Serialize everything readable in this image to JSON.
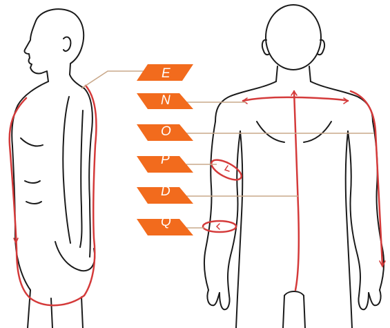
{
  "colors": {
    "tag_fill": "#f26b1d",
    "measure_line": "#d43a3a",
    "leader_line": "#c9a88a",
    "outline": "#1a1a1a",
    "tag_text": "#ffffff"
  },
  "labels": {
    "E": "E",
    "N": "N",
    "O": "O",
    "P": "P",
    "D": "D",
    "Q": "Q"
  }
}
